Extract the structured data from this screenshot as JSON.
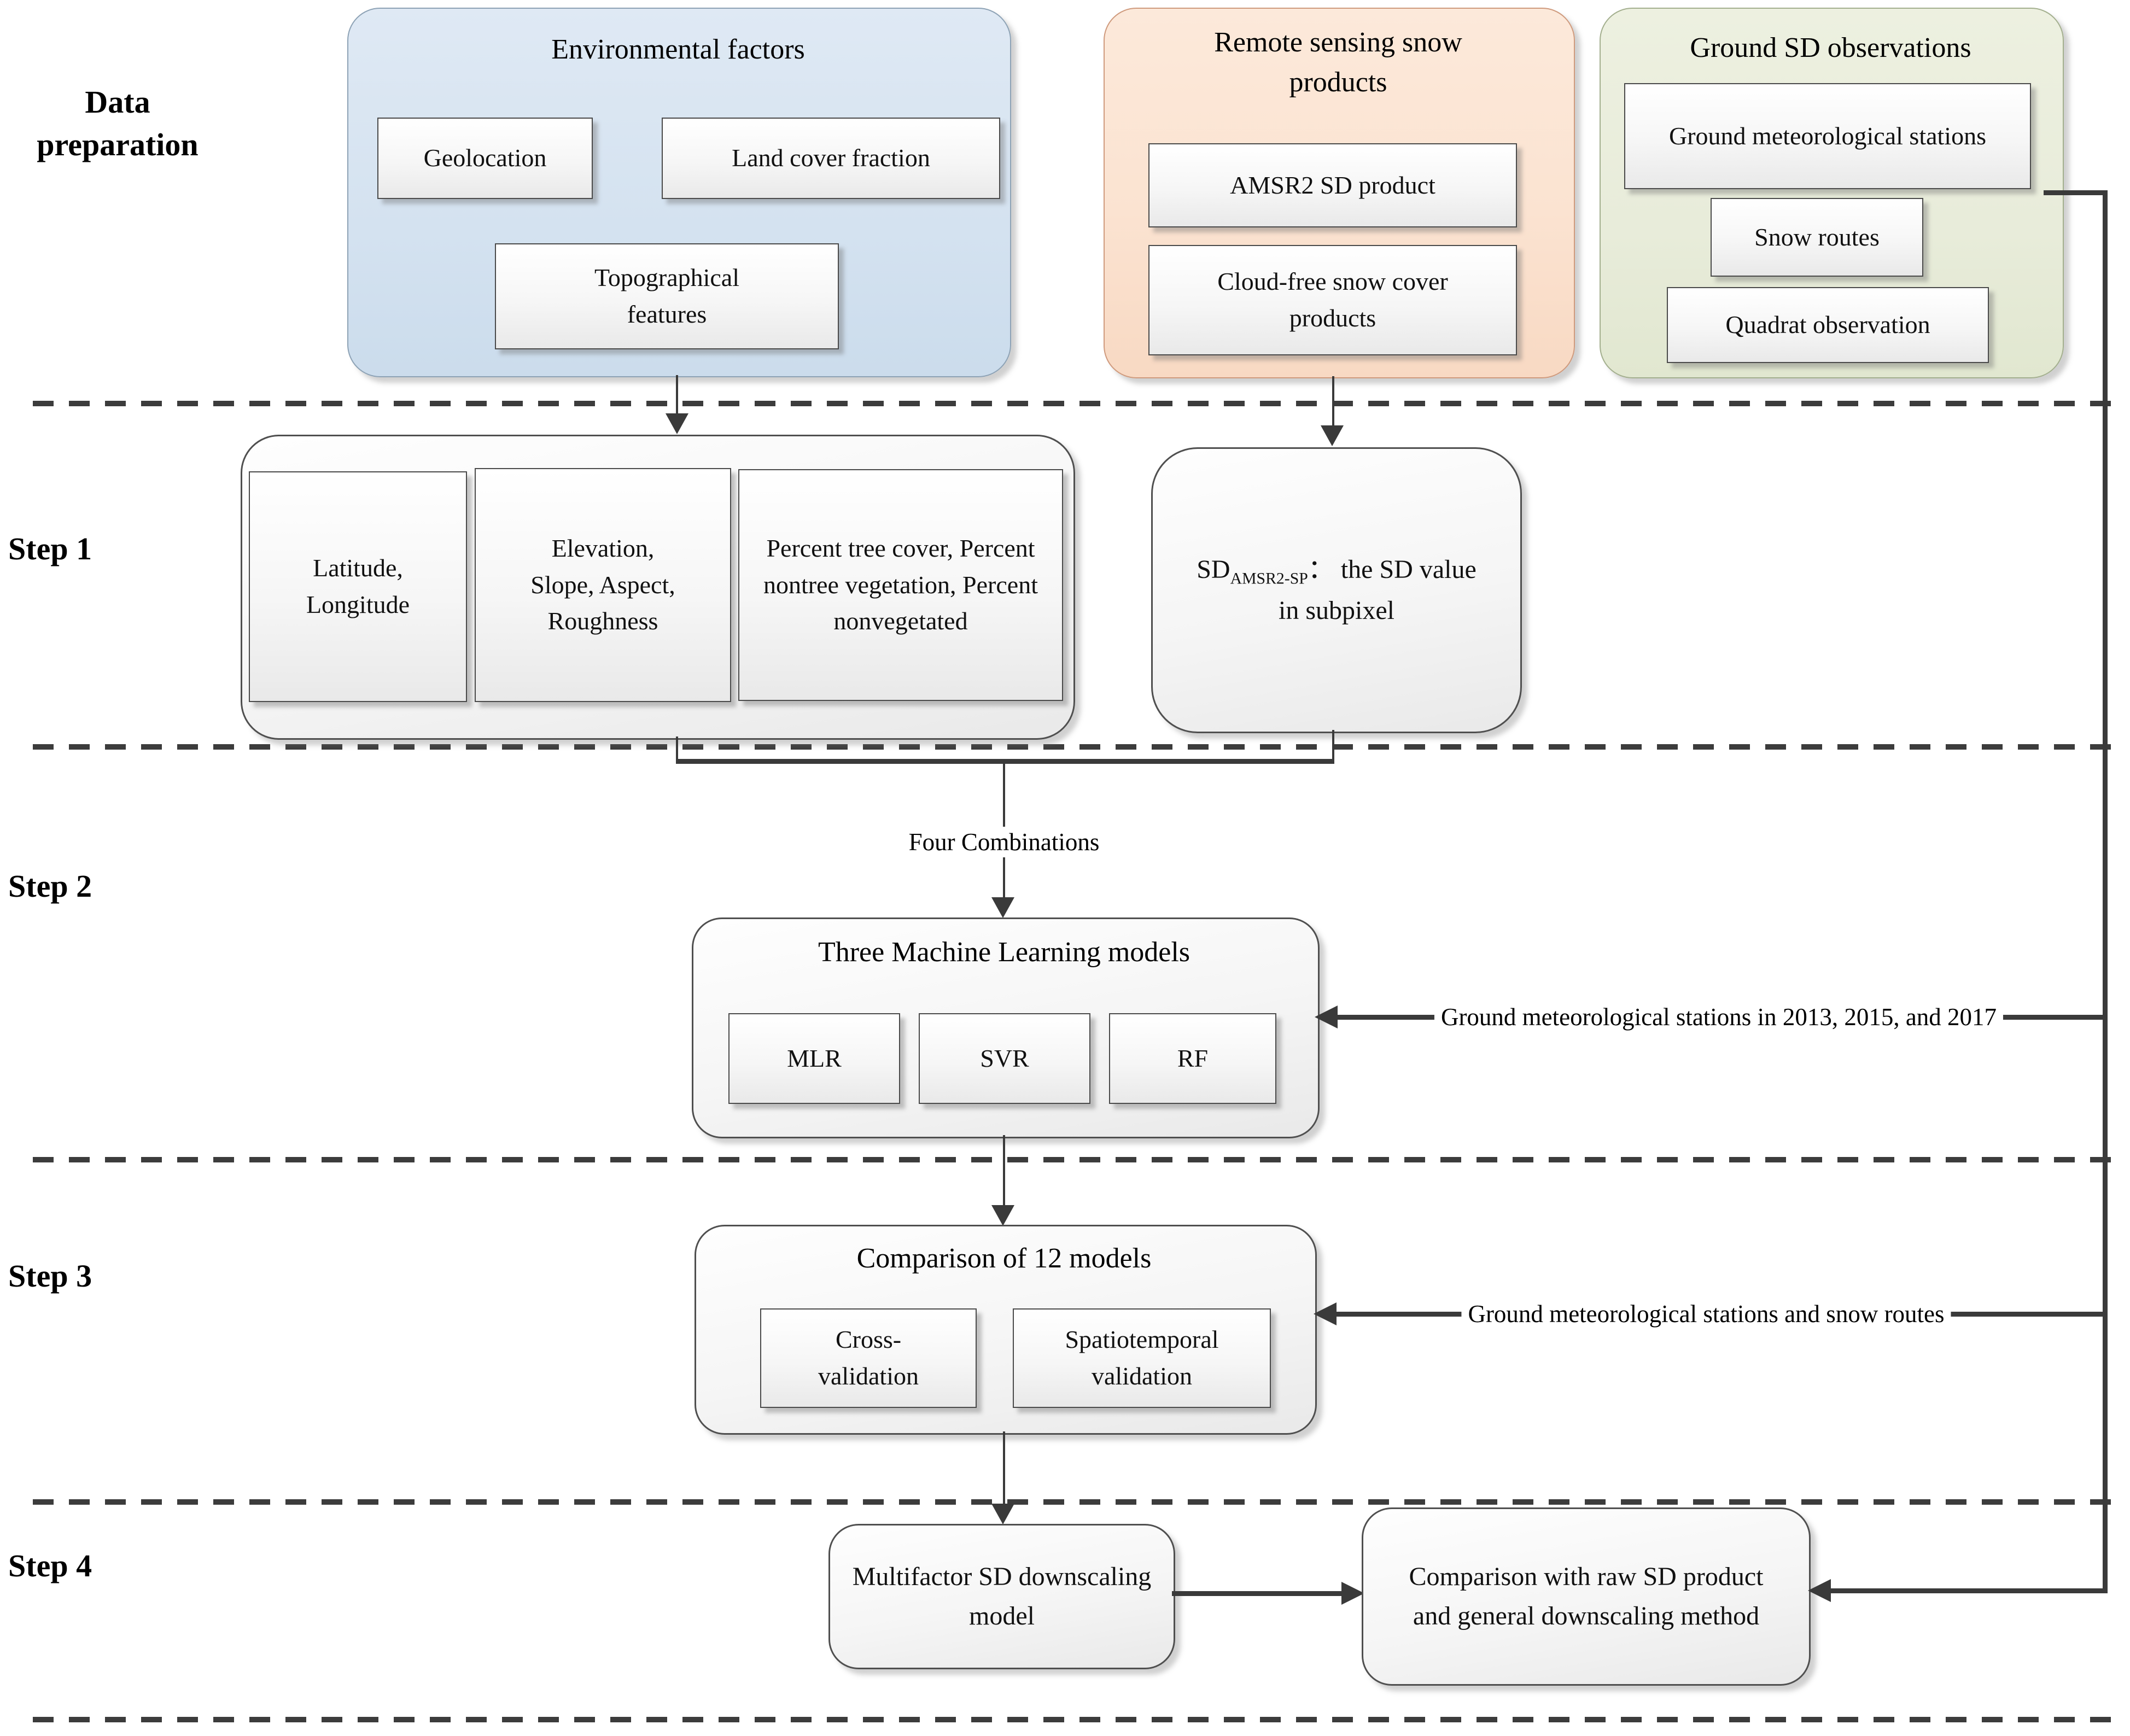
{
  "figure": {
    "type": "flowchart"
  },
  "colors": {
    "line": "#3a3a3a",
    "env_fill": "#d4e2f0",
    "env_border": "#8da2b5",
    "remote_fill": "#fbe3d1",
    "remote_border": "#cf9a7d",
    "ground_fill": "#e8ecda",
    "ground_border": "#a3af8e",
    "inner_box_border": "#4a4a4a"
  },
  "row_labels": {
    "data_preparation": "Data preparation",
    "step1": "Step 1",
    "step2": "Step 2",
    "step3": "Step 3",
    "step4": "Step 4"
  },
  "data_preparation": {
    "environmental": {
      "title": "Environmental factors",
      "items": [
        "Geolocation",
        "Land cover fraction",
        "Topographical features"
      ]
    },
    "remote_sensing": {
      "title": "Remote sensing snow products",
      "items": [
        "AMSR2 SD product",
        "Cloud-free snow cover products"
      ]
    },
    "ground_observations": {
      "title": "Ground SD observations",
      "items": [
        "Ground meteorological stations",
        "Snow routes",
        "Quadrat observation"
      ]
    }
  },
  "step1": {
    "predictor_boxes": [
      "Latitude, Longitude",
      "Elevation, Slope, Aspect, Roughness",
      "Percent tree cover, Percent nontree vegetation, Percent nonvegetated"
    ],
    "sd_box": {
      "prefix": "SD",
      "subscript": "AMSR2-SP",
      "separator": "：",
      "text": "the SD value in subpixel"
    }
  },
  "step2": {
    "arrow_label": "Four Combinations",
    "title": "Three Machine Learning models",
    "models": [
      "MLR",
      "SVR",
      "RF"
    ],
    "feed_label": "Ground meteorological stations in 2013, 2015, and 2017"
  },
  "step3": {
    "title": "Comparison of 12 models",
    "validations": [
      "Cross-validation",
      "Spatiotemporal validation"
    ],
    "feed_label": "Ground meteorological stations and snow routes"
  },
  "step4": {
    "model_box": "Multifactor SD downscaling model",
    "comparison_box": "Comparison with raw SD product and general downscaling method"
  }
}
